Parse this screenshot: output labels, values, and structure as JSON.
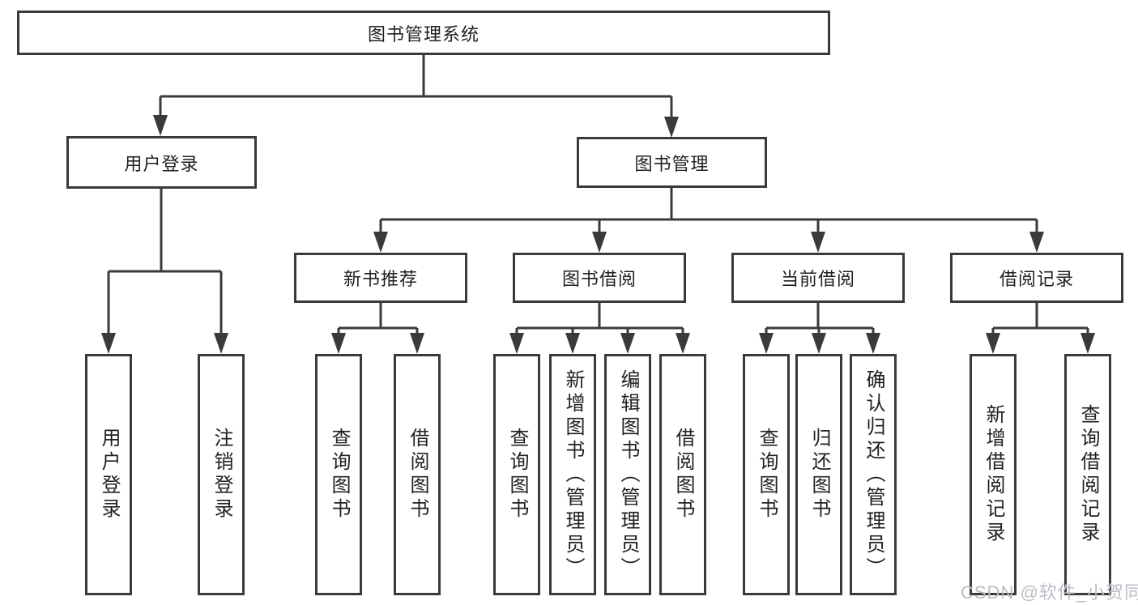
{
  "diagram": {
    "title": "图书管理系统",
    "type": "hierarchy-tree",
    "colors": {
      "line": "#3a3a3a",
      "box_border": "#3a3a3a",
      "text": "#1f2022",
      "background": "#ffffff",
      "watermark": "#b9bdc4"
    },
    "root": {
      "label": "图书管理系统"
    },
    "level1": [
      {
        "id": "user-login",
        "label": "用户登录"
      },
      {
        "id": "book-management",
        "label": "图书管理"
      }
    ],
    "level2": [
      {
        "id": "new-book-recommendation",
        "parent": "图书管理",
        "label": "新书推荐"
      },
      {
        "id": "book-borrowing",
        "parent": "图书管理",
        "label": "图书借阅"
      },
      {
        "id": "current-borrowing",
        "parent": "图书管理",
        "label": "当前借阅"
      },
      {
        "id": "borrowing-records",
        "parent": "图书管理",
        "label": "借阅记录"
      }
    ],
    "leaves": [
      {
        "parent": "用户登录",
        "label": "用户登录"
      },
      {
        "parent": "用户登录",
        "label": "注销登录"
      },
      {
        "parent": "新书推荐",
        "label": "查询图书"
      },
      {
        "parent": "新书推荐",
        "label": "借阅图书"
      },
      {
        "parent": "图书借阅",
        "label": "查询图书"
      },
      {
        "parent": "图书借阅",
        "label": "新增图书（管理员）"
      },
      {
        "parent": "图书借阅",
        "label": "编辑图书（管理员）"
      },
      {
        "parent": "图书借阅",
        "label": "借阅图书"
      },
      {
        "parent": "当前借阅",
        "label": "查询图书"
      },
      {
        "parent": "当前借阅",
        "label": "归还图书"
      },
      {
        "parent": "当前借阅",
        "label": "确认归还（管理员）"
      },
      {
        "parent": "借阅记录",
        "label": "新增借阅记录"
      },
      {
        "parent": "借阅记录",
        "label": "查询借阅记录"
      }
    ],
    "watermark": {
      "text": "CSDN @软件_小贺同学"
    }
  }
}
